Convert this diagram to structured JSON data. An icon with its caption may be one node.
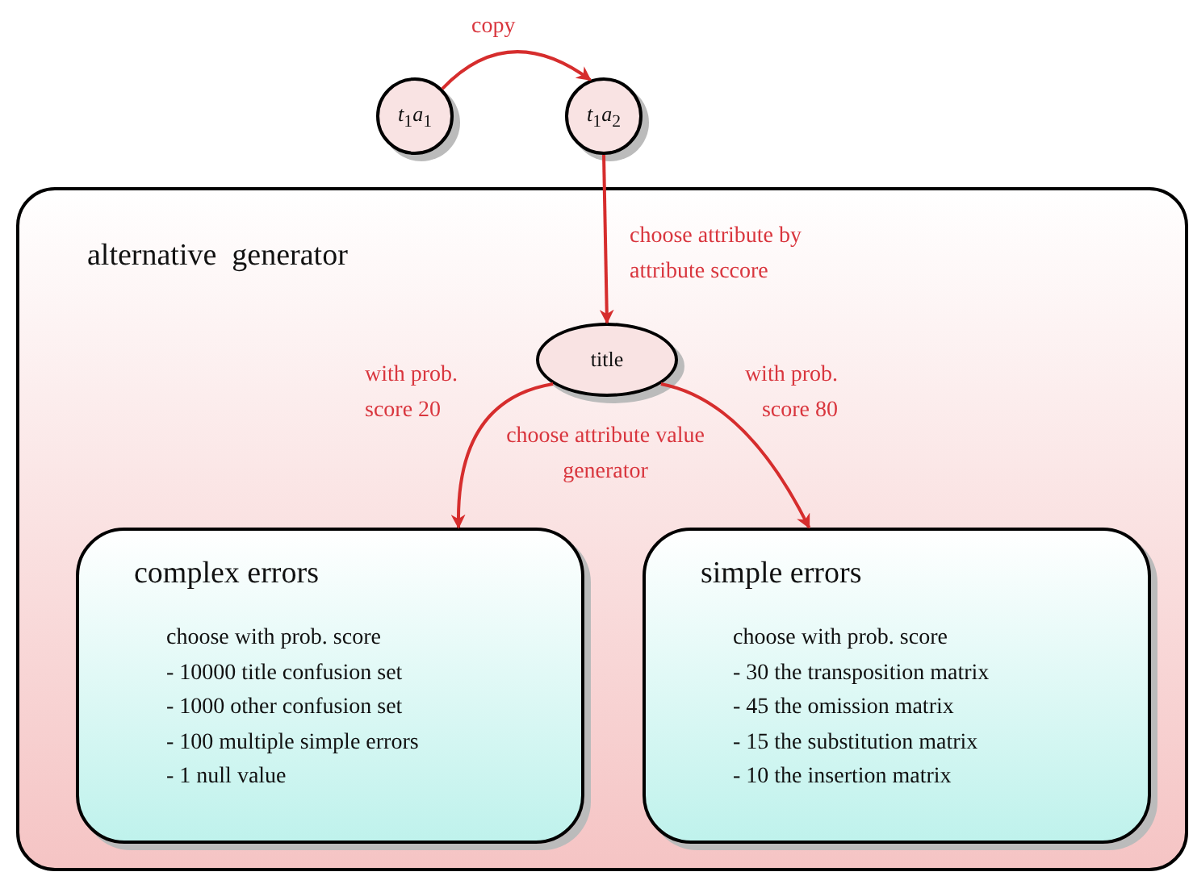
{
  "diagram": {
    "nodes": [
      {
        "text": [
          "*t*$_{1}$*a*$_{1}$"
        ]
      },
      {
        "text": [
          "*t*$_{1}$*a*$_{2}$"
        ]
      },
      {
        "text": [
          "alternative  generator"
        ]
      },
      {
        "text": [
          "title"
        ],
        "in": 2
      },
      {
        "text": [
          "complex errors",
          "choose with prob. score",
          "- 10000 title confusion set",
          "- 1000 other confusion set",
          "- 100 multiple simple errors",
          "- 1 null value"
        ],
        "in": 2
      },
      {
        "text": [
          "simple errors",
          "choose with prob. score",
          "- 30 the transposition matrix",
          "- 45 the omission matrix",
          "- 15 the substitution matrix",
          "- 10 the insertion matrix"
        ],
        "in": 2
      }
    ],
    "edges": [
      {
        "from": 0,
        "to": 1,
        "arrow": "to",
        "label": "copy"
      },
      {
        "from": 1,
        "to": 3,
        "arrow": "to",
        "label": "choose attribute by attribute sccore"
      },
      {
        "from": 3,
        "to": 4,
        "arrow": "to",
        "label": "with prob. score 20"
      },
      {
        "from": 3,
        "to": 5,
        "arrow": "to",
        "label": "with prob. score 80"
      }
    ],
    "labels": [
      "choose attribute value generator"
    ]
  }
}
